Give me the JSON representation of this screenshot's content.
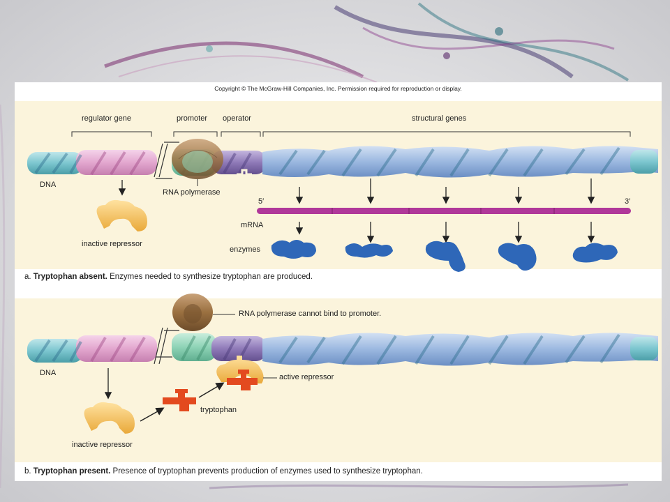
{
  "copyright": "Copyright © The McGraw-Hill Companies, Inc. Permission required for reproduction or display.",
  "panel_a": {
    "labels": {
      "regulator_gene": "regulator gene",
      "promoter": "promoter",
      "operator": "operator",
      "structural_genes": "structural genes",
      "dna": "DNA",
      "rna_polymerase": "RNA polymerase",
      "inactive_repressor": "inactive repressor",
      "five_prime": "5′",
      "three_prime": "3′",
      "mrna": "mRNA",
      "enzymes": "enzymes"
    },
    "caption": {
      "prefix": "a.",
      "bold": "Tryptophan absent.",
      "text": "Enzymes needed to synthesize tryptophan are produced."
    }
  },
  "panel_b": {
    "labels": {
      "rna_polymerase_note": "RNA polymerase cannot bind to promoter.",
      "dna": "DNA",
      "active_repressor": "active repressor",
      "tryptophan": "tryptophan",
      "inactive_repressor": "inactive repressor"
    },
    "caption": {
      "prefix": "b.",
      "bold": "Tryptophan present.",
      "text": "Presence of tryptophan prevents production of enzymes used to synthesize tryptophan."
    }
  },
  "colors": {
    "panel_bg": "#fbf4dc",
    "dna_teal": "#7cc6cf",
    "regulator_pink": "#e3a7cf",
    "promoter_green": "#8ed3b6",
    "operator_purple": "#8f7ab8",
    "structural_blue": "#9bb8e0",
    "mrna_magenta": "#b0389a",
    "enzyme_blue": "#2e67b8",
    "repressor_yellow": "#f5c15a",
    "tryptophan_orange": "#e34a1f",
    "polymerase_brown": "#9a7040"
  }
}
